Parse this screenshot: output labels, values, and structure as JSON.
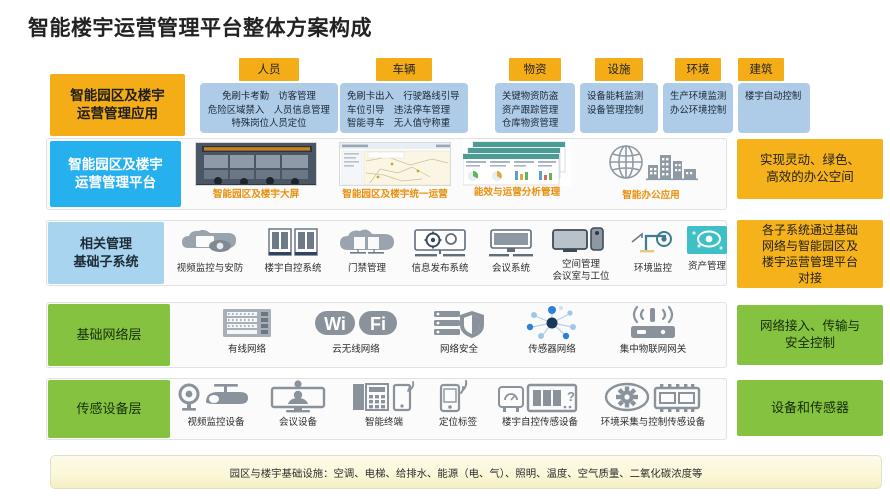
{
  "title": "智能楼宇运营管理平台整体方案构成",
  "colors": {
    "orange": "#f5ad17",
    "blue": "#27b0ee",
    "light_blue": "#a9d4f0",
    "green": "#84c240",
    "category_body": "#aecbe8",
    "caption_orange": "#e8900d"
  },
  "rows": {
    "application": {
      "left_label": "智能园区及楼宇\n运营管理应用",
      "categories": [
        {
          "tag": "人员",
          "items": "免刷卡考勤　访客管理\n危险区域禁入　人员信息管理\n特殊岗位人员定位",
          "align": "center"
        },
        {
          "tag": "车辆",
          "items": "免刷卡出入　行驶路线引导\n车位引导　违法停车管理\n智能寻车　无人值守称重",
          "align": "left"
        },
        {
          "tag": "物资",
          "items": "关键物资防盗\n资产跟踪管理\n仓库物资管理",
          "align": "left"
        },
        {
          "tag": "设施",
          "items": "设备能耗监测\n设备管理控制",
          "align": "left"
        },
        {
          "tag": "环境",
          "items": "生产环境监测\n办公环境控制",
          "align": "left"
        },
        {
          "tag": "建筑",
          "items": "楼宇自动控制",
          "align": "left"
        }
      ]
    },
    "platform": {
      "left_label": "智能园区及楼宇\n运营管理平台",
      "tiles": [
        {
          "caption": "智能园区及楼宇大屏",
          "icon": "control-room-screens-thumb"
        },
        {
          "caption": "智能园区及楼宇统一运营",
          "icon": "map-dashboard-thumb"
        },
        {
          "caption": "能效与运营分析管理",
          "icon": "analytics-windows-thumb"
        },
        {
          "caption": "智能办公应用",
          "icon": "globe-city-icon"
        }
      ],
      "right_label": "实现灵动、绿色、\n高效的办公空间"
    },
    "subsystems": {
      "left_label": "相关管理\n基础子系统",
      "tiles": [
        {
          "caption": "视频监控与安防",
          "icon": "cctv-cloud-icon"
        },
        {
          "caption": "楼宇自控系统",
          "icon": "server-cabinets-icon"
        },
        {
          "caption": "门禁管理",
          "icon": "access-control-cloud-icon"
        },
        {
          "caption": "信息发布系统",
          "icon": "display-gear-icon"
        },
        {
          "caption": "会议系统",
          "icon": "desktop-monitor-icon"
        },
        {
          "caption": "空间管理\n会议室与工位",
          "icon": "workspace-monitor-icon"
        },
        {
          "caption": "环境监控",
          "icon": "sensor-probe-icon"
        },
        {
          "caption": "资产管理",
          "icon": "asset-tag-icon"
        }
      ],
      "right_label": "各子系统通过基础\n网络与智能园区及\n楼宇运营管理平台\n对接"
    },
    "network": {
      "left_label": "基础网络层",
      "tiles": [
        {
          "caption": "有线网络",
          "icon": "switch-rack-icon"
        },
        {
          "caption": "云无线网络",
          "icon": "wifi-icon"
        },
        {
          "caption": "网络安全",
          "icon": "server-shield-icon"
        },
        {
          "caption": "传感器网络",
          "icon": "sensor-network-icon"
        },
        {
          "caption": "集中物联网网关",
          "icon": "iot-gateway-icon"
        }
      ],
      "right_label": "网络接入、传输与\n安全控制"
    },
    "devices": {
      "left_label": "传感设备层",
      "tiles": [
        {
          "caption": "视频监控设备",
          "icon": "camera-devices-icon"
        },
        {
          "caption": "会议设备",
          "icon": "video-conference-icon"
        },
        {
          "caption": "智能终端",
          "icon": "phone-tablet-icon"
        },
        {
          "caption": "定位标签",
          "icon": "locator-tag-icon"
        },
        {
          "caption": "楼宇自控传感设备",
          "icon": "meter-controller-icon"
        },
        {
          "caption": "环境采集与控制传感设备",
          "icon": "gear-chip-icon"
        }
      ],
      "right_label": "设备和传感器"
    }
  },
  "footer": {
    "text": "园区与楼宇基础设施：空调、电梯、给排水、能源（电、气）、照明、温度、空气质量、二氧化碳浓度等"
  }
}
